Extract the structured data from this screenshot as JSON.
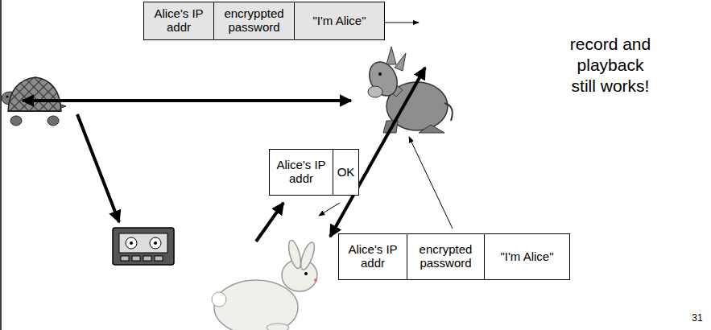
{
  "diagram": {
    "nodes": [
      {
        "text": [
          "Alice's IP addr",
          "encryppted password",
          "\"I'm Alice\""
        ]
      },
      {
        "text": [
          "Alice's IP addr",
          "OK"
        ]
      },
      {
        "text": [
          "Alice's IP addr",
          "encrypted password",
          "\"I'm Alice\""
        ]
      }
    ],
    "labels": [
      "record and playback still works!",
      "31"
    ]
  }
}
